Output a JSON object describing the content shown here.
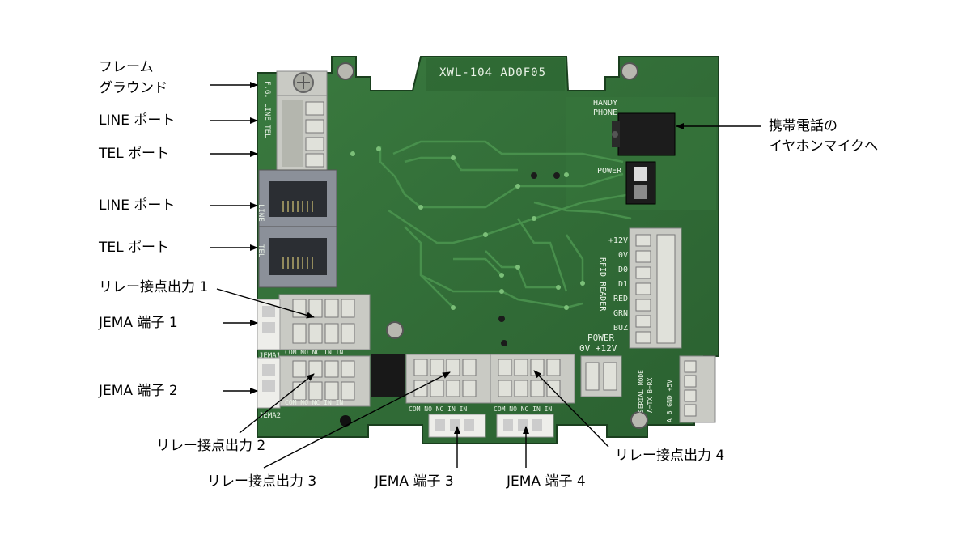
{
  "board": {
    "model_text": "XWL-104 AD0F05",
    "silkscreen": {
      "handy_phone": [
        "HANDY",
        "PHONE"
      ],
      "power_top": "POWER",
      "power_bottom": "POWER",
      "power_voltages": "0V +12V",
      "rfid_reader": "RFID READER",
      "rfid_pins": [
        "+12V",
        "0V",
        "D0",
        "D1",
        "RED",
        "GRN",
        "BUZ"
      ],
      "fg_line_tel": "F.G. LINE TEL",
      "line_v": "LINE",
      "tel_v": "TEL",
      "jema1": "JEMA1",
      "jema2": "JEMA2",
      "com_nc": "COM NO NC IN IN",
      "serial_mode": "SERIAL MODE",
      "serial_pins": "A=TX B=RX",
      "serial_cols": "A B GND +5V"
    },
    "colors": {
      "pcb": "#2f6b35",
      "pcb_dark": "#1e4a24",
      "pcb_light": "#3c8042",
      "connector_grey": "#c9cac4",
      "rj45_grey": "#8b9099",
      "terminal_white": "#eeeeea",
      "silk": "#e9f2e6"
    }
  },
  "callouts": {
    "frame_ground_1": "フレーム",
    "frame_ground_2": "グラウンド",
    "line_port_1": "LINE ポート",
    "tel_port_1": "TEL ポート",
    "line_port_2": "LINE ポート",
    "tel_port_2": "TEL ポート",
    "relay_1": "リレー接点出力 1",
    "jema_1": "JEMA 端子 1",
    "jema_2": "JEMA 端子 2",
    "relay_2": "リレー接点出力 2",
    "relay_3": "リレー接点出力 3",
    "jema_3": "JEMA 端子 3",
    "jema_4": "JEMA 端子 4",
    "relay_4": "リレー接点出力 4",
    "earphone_1": "携帯電話の",
    "earphone_2": "イヤホンマイクへ"
  }
}
